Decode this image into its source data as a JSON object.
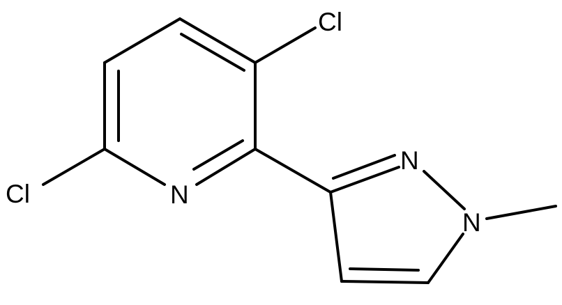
{
  "molecule": {
    "atoms": {
      "cl_top": "Cl",
      "cl_left": "Cl",
      "n_pyridine": "N",
      "n_pyrazole_2": "N",
      "n_pyrazole_1": "N"
    },
    "colors": {
      "bond": "#000000",
      "label": "#000000",
      "background": "#ffffff"
    }
  }
}
